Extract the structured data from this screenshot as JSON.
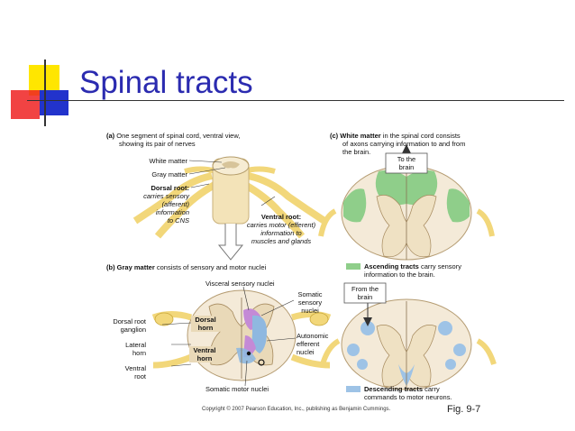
{
  "slide": {
    "title": "Spinal tracts",
    "copyright": "Copyright © 2007 Pearson Education, Inc., publishing as Benjamin Cummings.",
    "figure_number": "Fig. 9-7"
  },
  "panel_a": {
    "letter": "(a)",
    "caption_line1": "One segment of spinal cord, ventral view,",
    "caption_line2": "showing its pair of nerves",
    "white_matter": "White matter",
    "gray_matter": "Gray matter",
    "dorsal_root_line1": "Dorsal root:",
    "dorsal_root_line2": "carries sensory",
    "dorsal_root_line3": "(afferent)",
    "dorsal_root_line4": "information",
    "dorsal_root_line5": "to CNS",
    "ventral_root_line1": "Ventral root:",
    "ventral_root_line2": "carries motor (efferent)",
    "ventral_root_line3": "information to",
    "ventral_root_line4": "muscles and glands"
  },
  "panel_b": {
    "letter": "(b)",
    "caption_bold": "Gray matter",
    "caption_rest": "consists of sensory and motor nuclei",
    "visceral_sensory": "Visceral sensory nuclei",
    "somatic_sensory_line1": "Somatic",
    "somatic_sensory_line2": "sensory",
    "somatic_sensory_line3": "nuclei",
    "dorsal_root_ganglion_line1": "Dorsal root",
    "dorsal_root_ganglion_line2": "ganglion",
    "lateral_horn_line1": "Lateral",
    "lateral_horn_line2": "horn",
    "ventral_root_line1": "Ventral",
    "ventral_root_line2": "root",
    "dorsal_horn_line1": "Dorsal",
    "dorsal_horn_line2": "horn",
    "ventral_horn_line1": "Ventral",
    "ventral_horn_line2": "horn",
    "autonomic_line1": "Autonomic",
    "autonomic_line2": "efferent",
    "autonomic_line3": "nuclei",
    "somatic_motor": "Somatic motor nuclei"
  },
  "panel_c": {
    "letter": "(c)",
    "caption_bold": "White matter",
    "caption_line1_rest": "in the spinal cord consists",
    "caption_line2": "of axons carrying information to and from",
    "caption_line3": "the brain.",
    "to_brain_line1": "To the",
    "to_brain_line2": "brain",
    "from_brain_line1": "From the",
    "from_brain_line2": "brain",
    "ascending_bold": "Ascending tracts",
    "ascending_rest": "carry sensory",
    "ascending_line2": "information to the brain.",
    "descending_bold": "Descending tracts",
    "descending_rest": "carry",
    "descending_line2": "commands to motor neurons."
  },
  "colors": {
    "title": "#2b2bb0",
    "ascending": "#8fce8a",
    "descending": "#9ec3e6",
    "nerve": "#f2d77a",
    "gray_matter": "#f1e6cf",
    "visceral": "#c48ad6",
    "somatic": "#8fb8e0",
    "deco_yellow": "#ffe600",
    "deco_red": "#ee2222",
    "deco_blue": "#2233cc"
  }
}
